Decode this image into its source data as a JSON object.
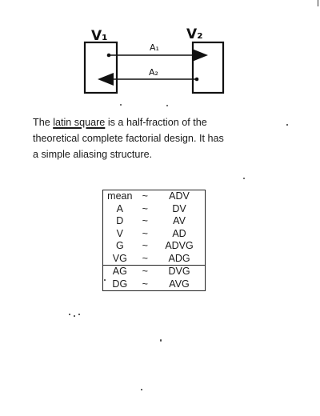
{
  "diagram": {
    "node_left": "V₁",
    "node_right": "V₂",
    "arrow_top_label": "A₁",
    "arrow_bottom_label": "A₂"
  },
  "paragraph": {
    "line1_words": [
      "The",
      "latin square",
      "is",
      "a",
      "half-fraction",
      "of",
      "the"
    ],
    "line2_words": [
      "theoretical",
      "complete",
      "factorial",
      "design.",
      "It",
      "has"
    ],
    "line3": "a simple aliasing structure."
  },
  "aliasing_table": {
    "rows": [
      {
        "effect": "mean",
        "symbol": "~",
        "alias": "ADV"
      },
      {
        "effect": "A",
        "symbol": "~",
        "alias": "DV"
      },
      {
        "effect": "D",
        "symbol": "~",
        "alias": "AV"
      },
      {
        "effect": "V",
        "symbol": "~",
        "alias": "AD"
      },
      {
        "effect": "G",
        "symbol": "~",
        "alias": "ADVG"
      },
      {
        "effect": "VG",
        "symbol": "~",
        "alias": "ADG"
      },
      {
        "effect": "AG",
        "symbol": "~",
        "alias": "DVG"
      },
      {
        "effect": "DG",
        "symbol": "~",
        "alias": "AVG"
      }
    ]
  }
}
